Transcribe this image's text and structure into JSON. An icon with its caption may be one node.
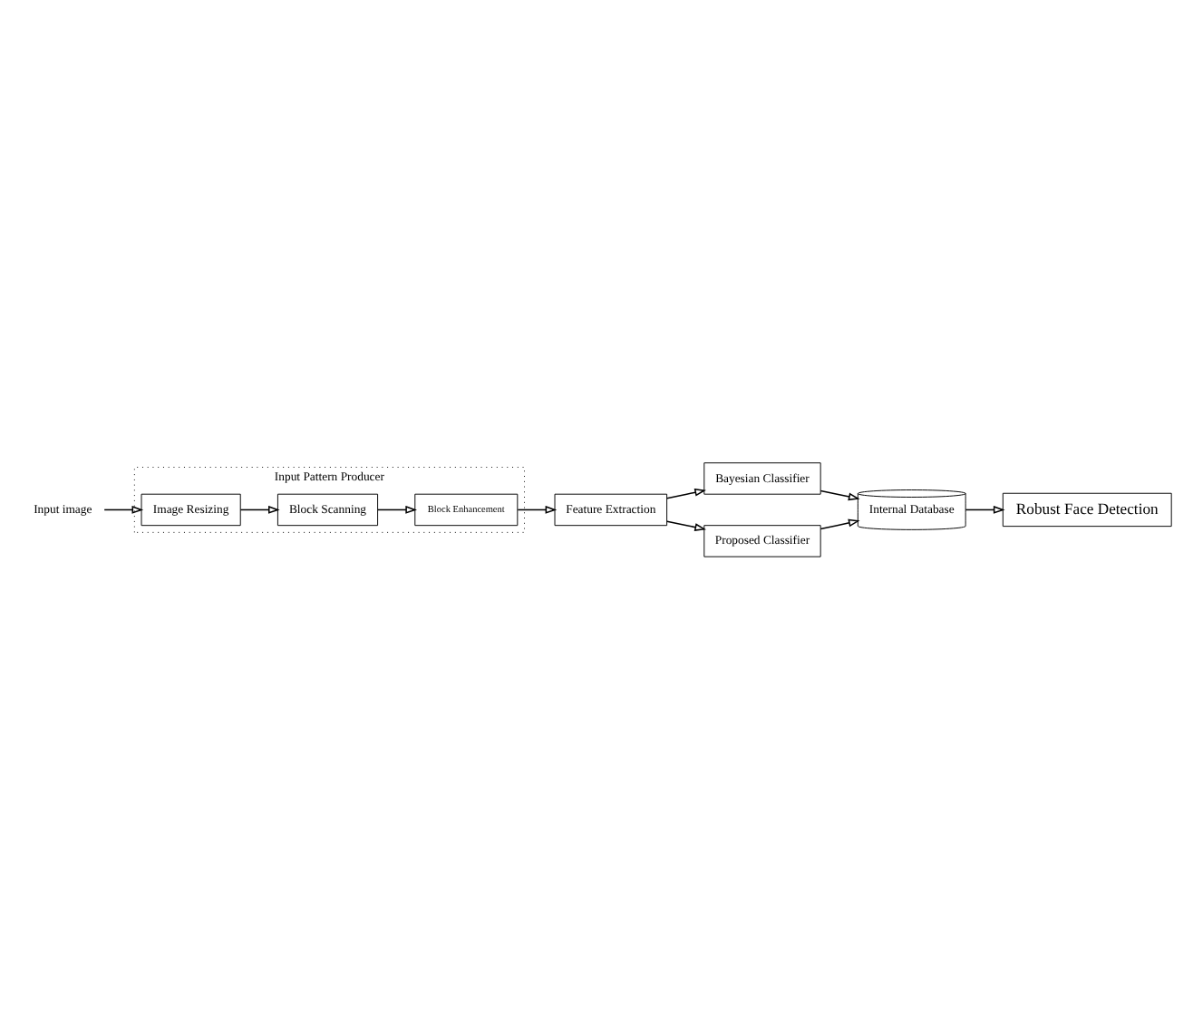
{
  "diagram": {
    "nodes": [
      {
        "text": [
          "Input Pattern Producer"
        ]
      },
      {
        "text": [
          "Block Enhancement"
        ],
        "in": 0
      },
      {
        "text": [
          "Block Scanning"
        ],
        "in": 0
      },
      {
        "text": [
          "Image Resizing"
        ],
        "in": 0
      },
      {
        "text": [
          "Input image"
        ]
      },
      {
        "text": [
          "Feature Extraction"
        ]
      },
      {
        "text": [
          "Bayesian Classifier"
        ]
      },
      {
        "text": [
          "Proposed Classifier"
        ]
      },
      {
        "text": [
          "Internal Database"
        ]
      },
      {
        "text": [
          "Robust Face Detection"
        ]
      }
    ],
    "edges": [
      {
        "from": 4,
        "to": 3,
        "arrow": "to"
      },
      {
        "from": 3,
        "to": 2,
        "arrow": "to"
      },
      {
        "from": 2,
        "to": 1,
        "arrow": "to"
      },
      {
        "from": 1,
        "to": 5,
        "arrow": "to"
      },
      {
        "from": 5,
        "to": 6,
        "arrow": "to"
      },
      {
        "from": 5,
        "to": 7,
        "arrow": "to"
      },
      {
        "from": 6,
        "to": 8,
        "arrow": "to"
      },
      {
        "from": 7,
        "to": 8,
        "arrow": "to"
      },
      {
        "from": 8,
        "to": 9,
        "arrow": "to"
      }
    ]
  }
}
